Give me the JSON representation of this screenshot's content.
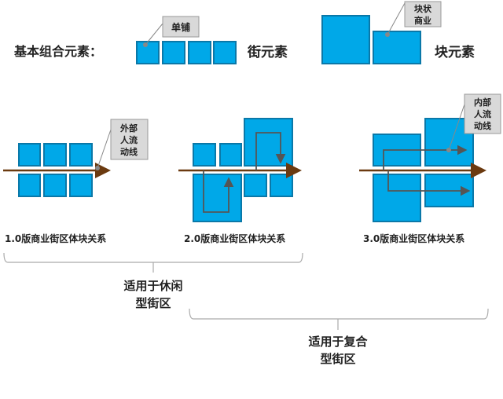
{
  "header": {
    "title": "基本组合元素："
  },
  "elements": {
    "street_label": "街元素",
    "block_label": "块元素",
    "shop_callout": "单铺",
    "block_callout": [
      "块状",
      "商业"
    ]
  },
  "stages": [
    {
      "label": "1.0版商业街区体块关系",
      "callout": [
        "外部",
        "人流",
        "动线"
      ]
    },
    {
      "label": "2.0版商业街区体块关系"
    },
    {
      "label": "3.0版商业街区体块关系",
      "callout": [
        "内部",
        "人流",
        "动线"
      ]
    }
  ],
  "groups": [
    {
      "lines": [
        "适用于休闲",
        "型街区"
      ]
    },
    {
      "lines": [
        "适用于复合",
        "型街区"
      ]
    }
  ],
  "colors": {
    "block": "#00a8e8",
    "block_border": "#0a78a8",
    "street": "#6b3a10",
    "flow": "#555555",
    "callout": "#d9d9d9"
  }
}
